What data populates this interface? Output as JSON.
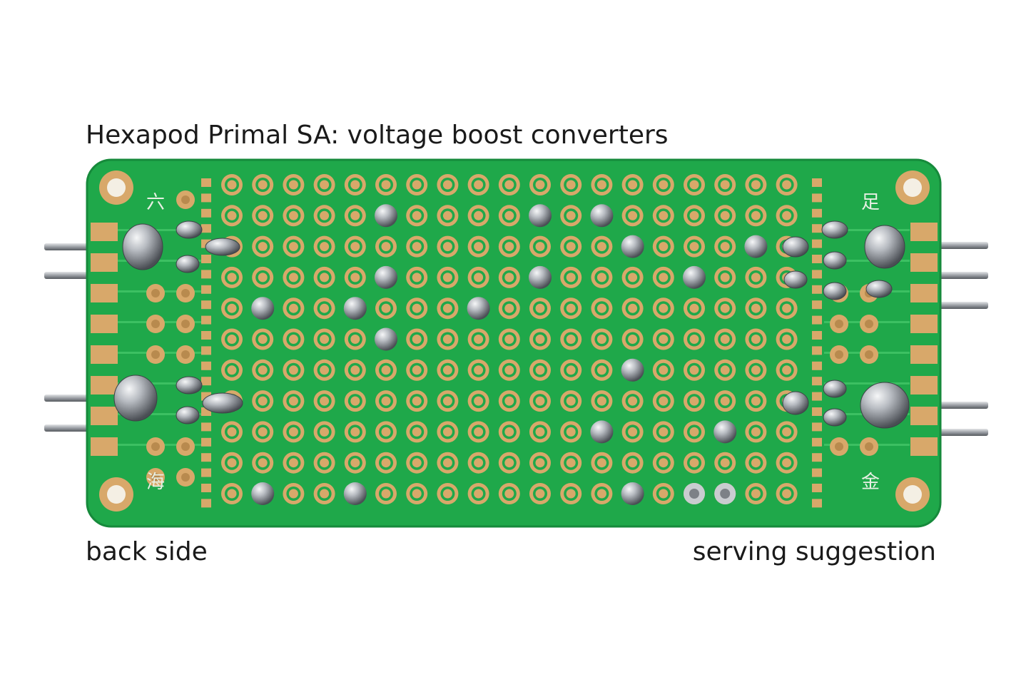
{
  "captions": {
    "title": "Hexapod Primal SA:  voltage boost converters",
    "back_side": "back side",
    "serving_suggestion": "serving suggestion"
  },
  "board": {
    "silkscreen": {
      "top_left": "六",
      "bottom_left": "海",
      "top_right": "足",
      "bottom_right": "金"
    },
    "grid_columns": 19,
    "grid_rows": 11
  },
  "colors": {
    "pcb_green": "#1fa84a",
    "pad_gold": "#d8a86a",
    "solder_silver": "#b8bcc2",
    "pin_metal": "#9a9ea4",
    "silkscreen": "#e8f0e4"
  }
}
